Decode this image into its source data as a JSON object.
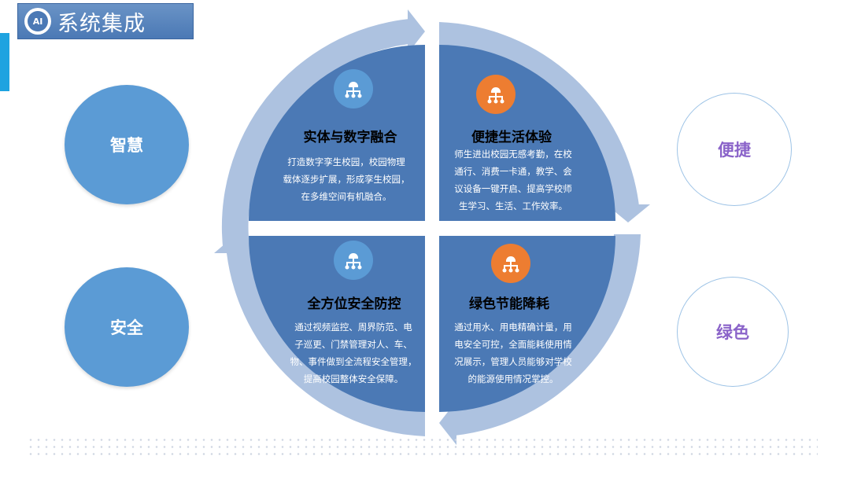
{
  "header": {
    "title": "系统集成",
    "logo_text": "AI"
  },
  "side_labels": {
    "left_top": "智慧",
    "left_bottom": "安全",
    "right_top": "便捷",
    "right_bottom": "绿色"
  },
  "quadrants": [
    {
      "title": "实体与数字融合",
      "lines": [
        "打造数字孪生校园，校园物理",
        "载体逐步扩展，形成孪生校园，",
        "在多维空间有机融合。"
      ],
      "icon": "network-icon",
      "icon_color": "#5b9bd5"
    },
    {
      "title": "便捷生活体验",
      "lines": [
        "师生进出校园无感考勤，在校",
        "通行、消费一卡通，教学、会",
        "议设备一键开启、提高学校师",
        "生学习、生活、工作效率。"
      ],
      "icon": "network-icon",
      "icon_color": "#ed7d31"
    },
    {
      "title": "全方位安全防控",
      "lines": [
        "通过视频监控、周界防范、电",
        "子巡更、门禁管理对人、车、",
        "物、事件做到全流程安全管理，",
        "提高校园整体安全保障。"
      ],
      "icon": "network-icon",
      "icon_color": "#5b9bd5"
    },
    {
      "title": "绿色节能降耗",
      "lines": [
        "通过用水、用电精确计量，用",
        "电安全可控，全面能耗使用情",
        "况展示，管理人员能够对学校",
        "的能源使用情况掌控。"
      ],
      "icon": "network-icon",
      "icon_color": "#ed7d31"
    }
  ],
  "colors": {
    "quadrant_fill": "#4b79b5",
    "ring_fill": "#adc2e0",
    "accent_blue": "#5b9bd5",
    "accent_orange": "#ed7d31",
    "title_bar": "#4b79b5"
  }
}
